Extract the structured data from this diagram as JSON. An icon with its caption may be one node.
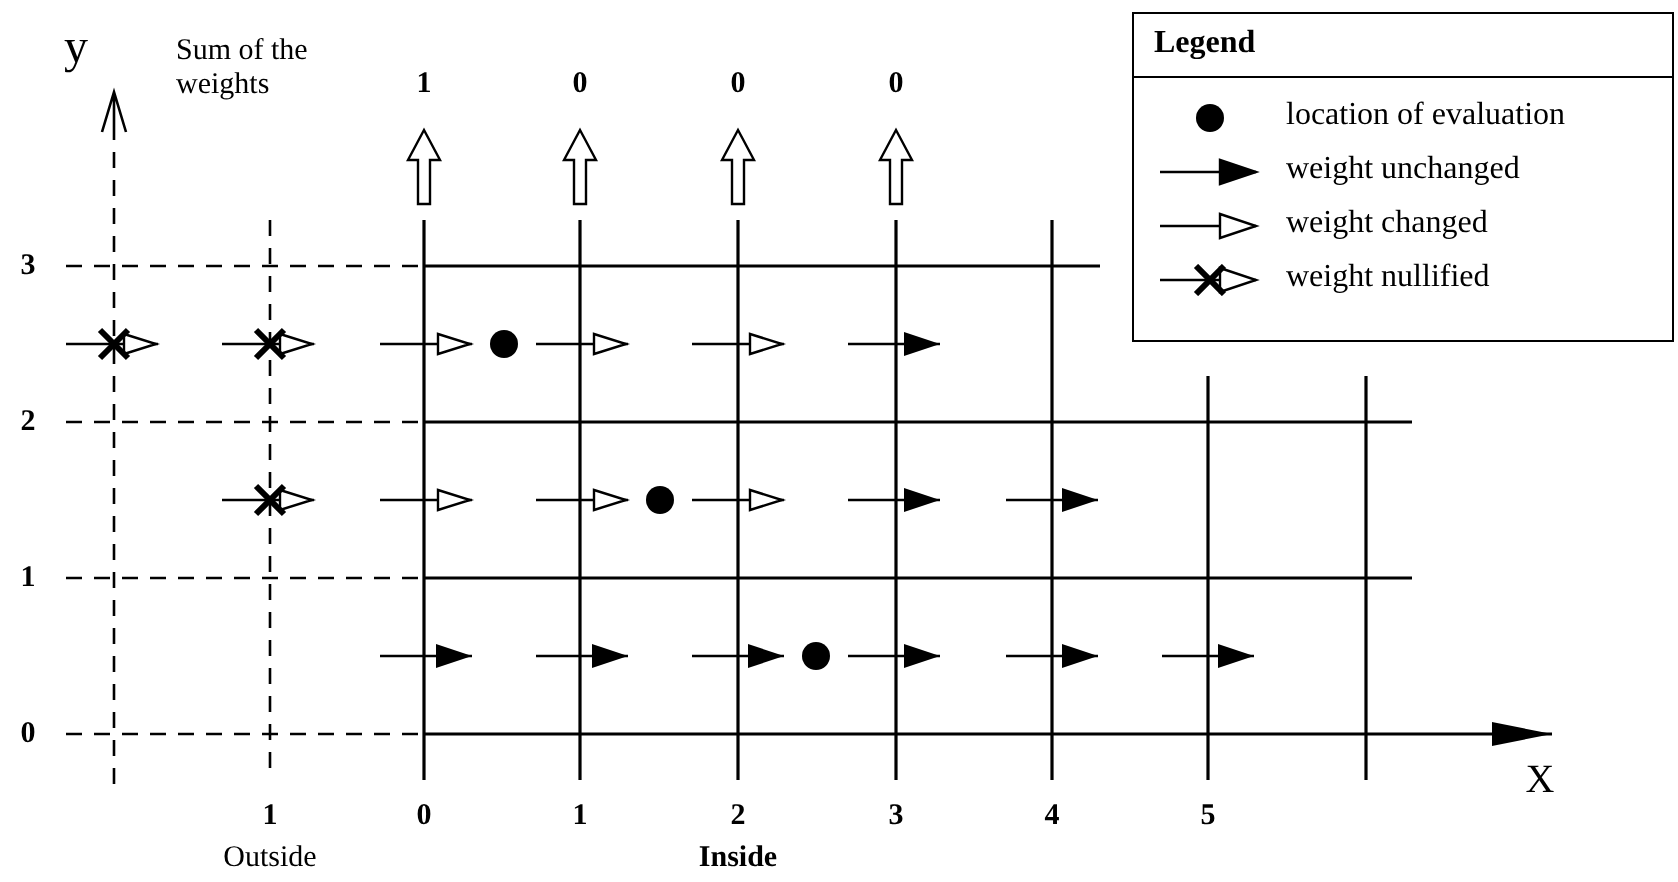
{
  "diagram": {
    "labels": [
      "y",
      "Sum of the weights",
      "1",
      "0",
      "0",
      "0",
      "Legend",
      "3",
      "2",
      "1",
      "0",
      "X",
      "1",
      "0",
      "1",
      "2",
      "3",
      "4",
      "5",
      "Outside",
      "Inside"
    ],
    "legend": [
      {
        "text": "location of evaluation"
      },
      {
        "text": "weight unchanged"
      },
      {
        "text": "weight changed"
      },
      {
        "text": "weight nullified"
      }
    ]
  }
}
